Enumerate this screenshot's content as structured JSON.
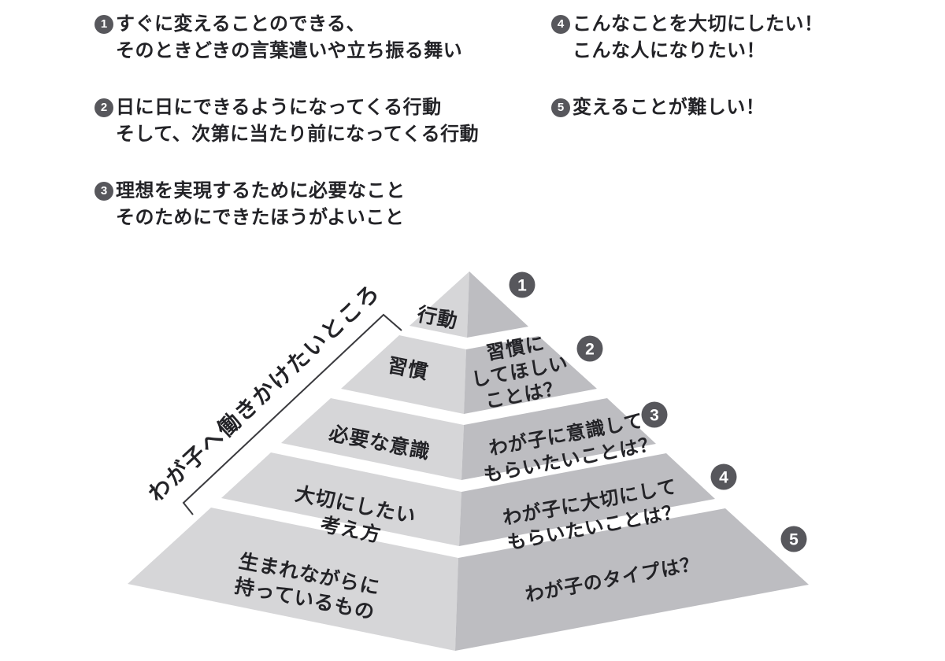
{
  "legend": {
    "items": [
      {
        "num": "1",
        "lines": [
          "すぐに変えることのできる、",
          "そのときどきの言葉遣いや立ち振る舞い"
        ]
      },
      {
        "num": "2",
        "lines": [
          "日に日にできるようになってくる行動",
          "そして、次第に当たり前になってくる行動"
        ]
      },
      {
        "num": "3",
        "lines": [
          "理想を実現するために必要なこと",
          "そのためにできたほうがよいこと"
        ]
      },
      {
        "num": "4",
        "lines": [
          "こんなことを大切にしたい！",
          "こんな人になりたい！"
        ]
      },
      {
        "num": "5",
        "lines": [
          "変えることが難しい！"
        ]
      }
    ]
  },
  "pyramid": {
    "side_label": "わが子へ働きかけたいところ",
    "levels": [
      {
        "num": "1",
        "left": [
          "行動"
        ],
        "right": []
      },
      {
        "num": "2",
        "left": [
          "習慣"
        ],
        "right": [
          "習慣に",
          "してほしい",
          "ことは？"
        ]
      },
      {
        "num": "3",
        "left": [
          "必要な意識"
        ],
        "right": [
          "わが子に意識して",
          "もらいたいことは？"
        ]
      },
      {
        "num": "4",
        "left": [
          "大切にしたい",
          "考え方"
        ],
        "right": [
          "わが子に大切にして",
          "もらいたいことは？"
        ]
      },
      {
        "num": "5",
        "left": [
          "生まれながらに",
          "持っているもの"
        ],
        "right": [
          "わが子のタイプは？"
        ]
      }
    ],
    "colors": {
      "left_face": "#d6d6d8",
      "right_face": "#bdbdc1",
      "badge": "#57575c",
      "badge_text": "#ffffff",
      "text": "#232327",
      "bracket": "#3a3a3e"
    }
  }
}
